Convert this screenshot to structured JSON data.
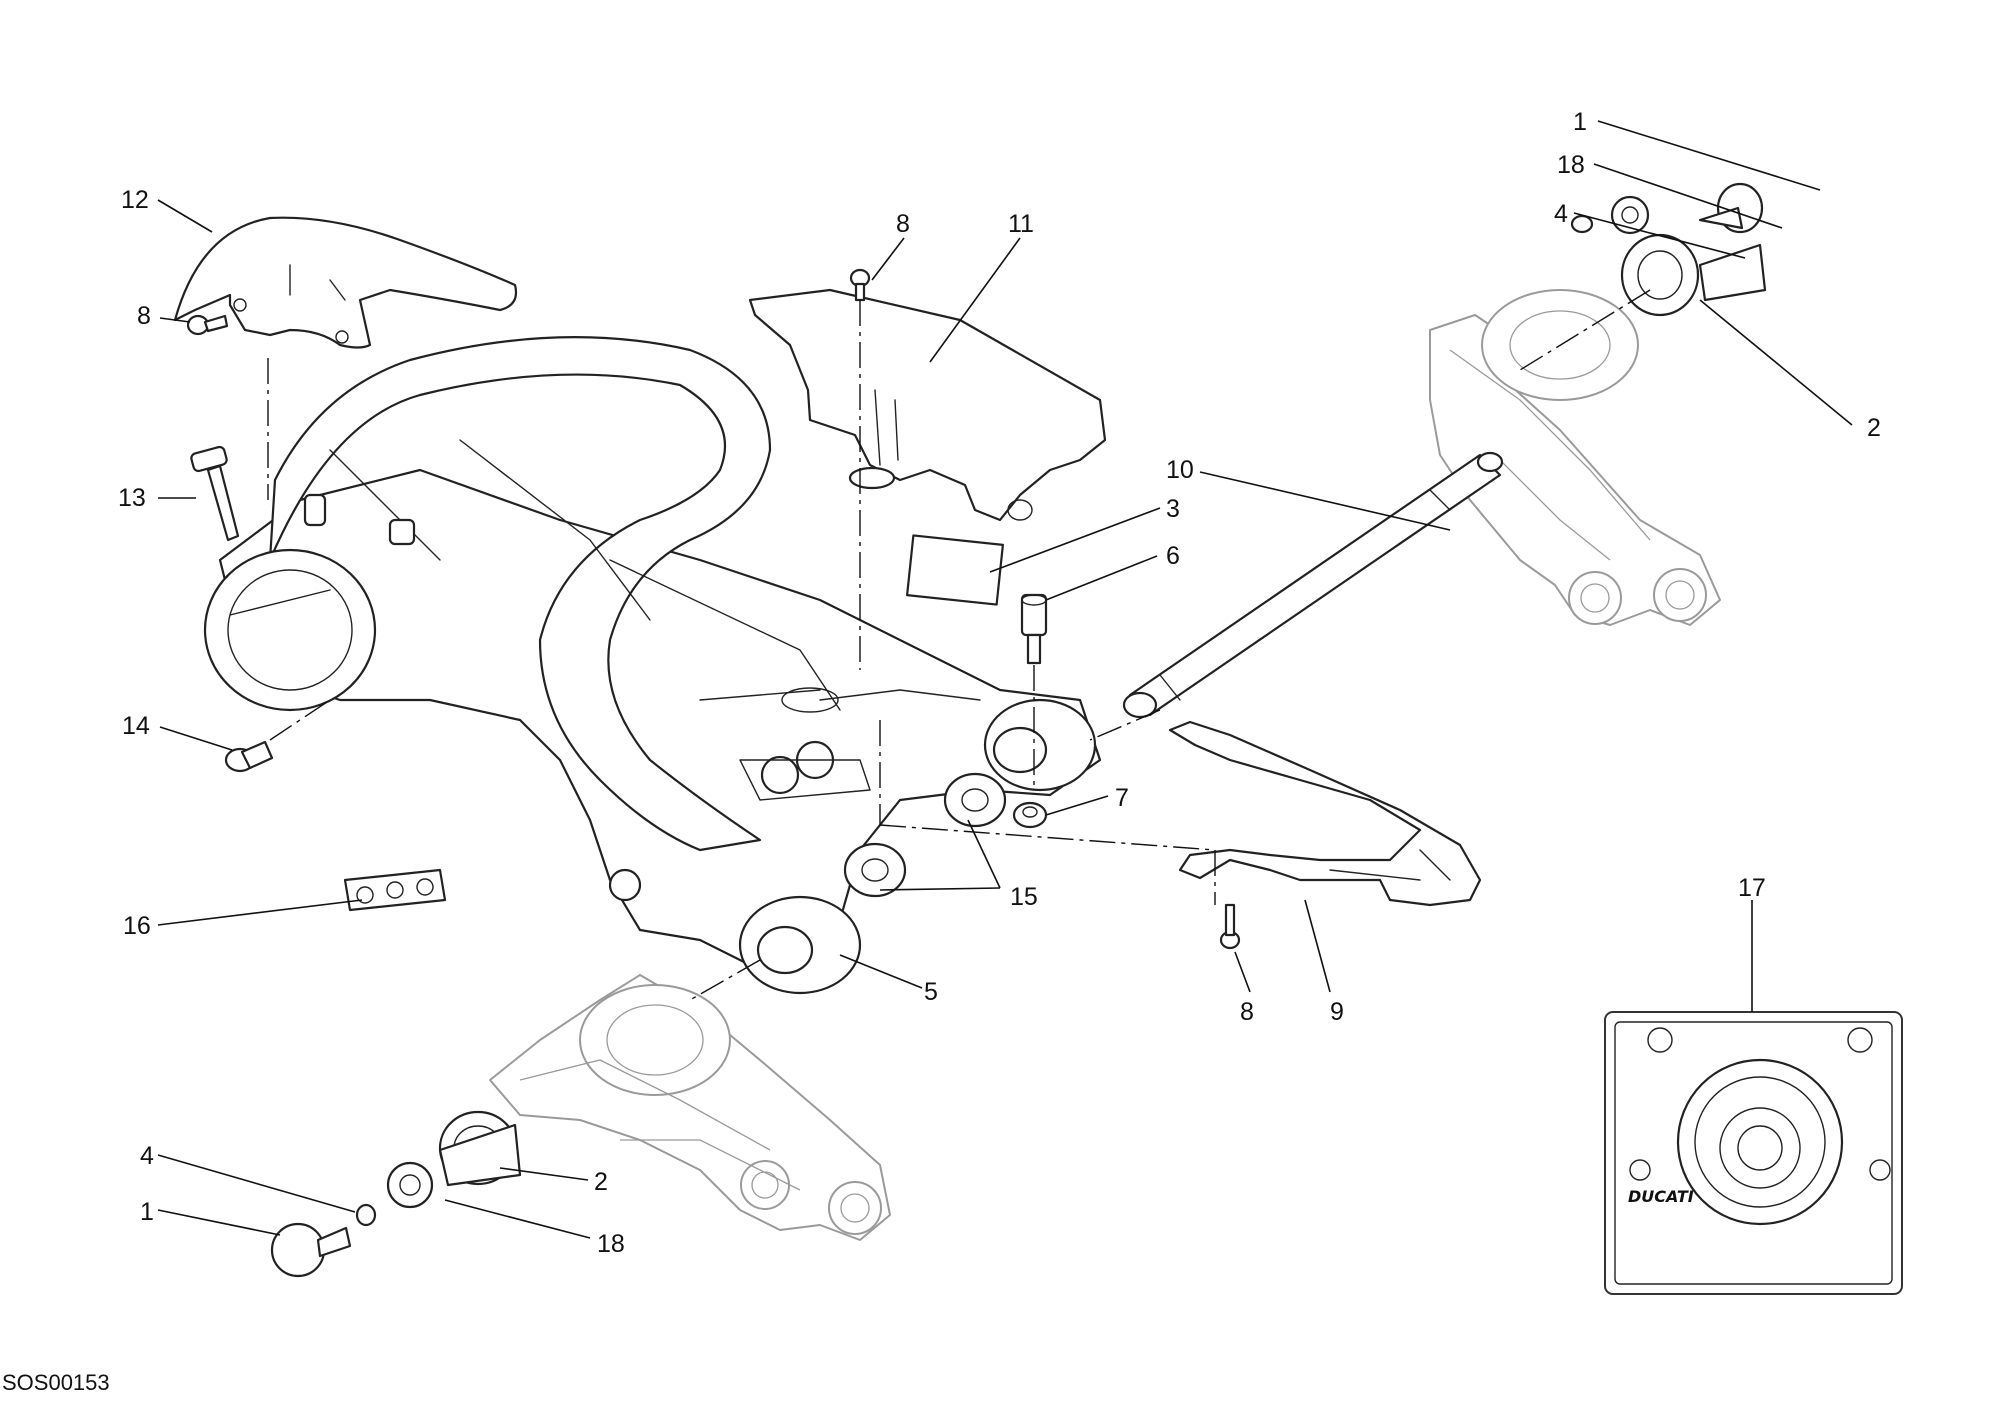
{
  "drawing_code": "SOS00153",
  "brand_logo": "DUCATI",
  "callouts": [
    {
      "id": "c1a",
      "label": "1"
    },
    {
      "id": "c18a",
      "label": "18"
    },
    {
      "id": "c4a",
      "label": "4"
    },
    {
      "id": "c2a",
      "label": "2"
    },
    {
      "id": "c12",
      "label": "12"
    },
    {
      "id": "c8a",
      "label": "8"
    },
    {
      "id": "c8b",
      "label": "8"
    },
    {
      "id": "c11",
      "label": "11"
    },
    {
      "id": "c10",
      "label": "10"
    },
    {
      "id": "c3",
      "label": "3"
    },
    {
      "id": "c6",
      "label": "6"
    },
    {
      "id": "c13",
      "label": "13"
    },
    {
      "id": "c14",
      "label": "14"
    },
    {
      "id": "c7",
      "label": "7"
    },
    {
      "id": "c15",
      "label": "15"
    },
    {
      "id": "c16",
      "label": "16"
    },
    {
      "id": "c5",
      "label": "5"
    },
    {
      "id": "c8c",
      "label": "8"
    },
    {
      "id": "c9",
      "label": "9"
    },
    {
      "id": "c17",
      "label": "17"
    },
    {
      "id": "c4b",
      "label": "4"
    },
    {
      "id": "c2b",
      "label": "2"
    },
    {
      "id": "c1b",
      "label": "1"
    },
    {
      "id": "c18b",
      "label": "18"
    }
  ]
}
